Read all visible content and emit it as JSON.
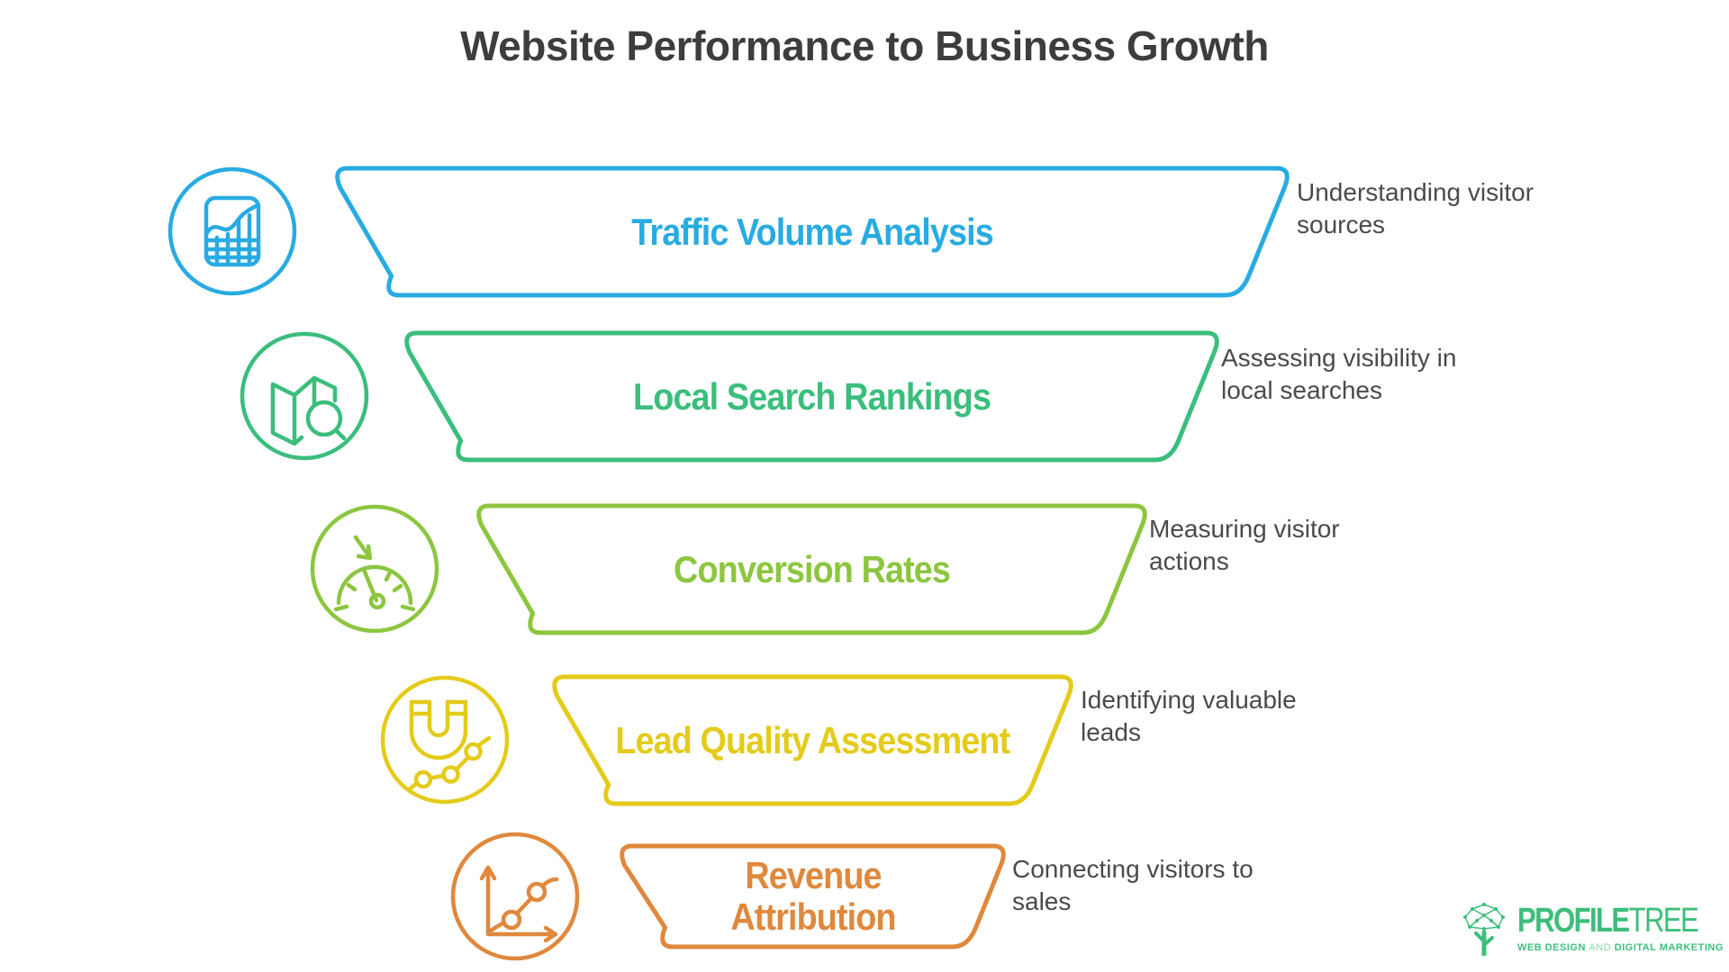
{
  "title": "Website Performance to Business Growth",
  "funnel": {
    "rows": [
      {
        "title": "Traffic Volume Analysis",
        "description_line1": "Understanding visitor",
        "description_line2": "sources",
        "color": "#29ABE2",
        "icon": "analytics-chart-icon"
      },
      {
        "title": "Local Search Rankings",
        "description_line1": "Assessing visibility in",
        "description_line2": "local searches",
        "color": "#3BBE7C",
        "icon": "map-search-icon"
      },
      {
        "title": "Conversion Rates",
        "description_line1": "Measuring visitor",
        "description_line2": "actions",
        "color": "#8CC63F",
        "icon": "speedometer-icon"
      },
      {
        "title": "Lead Quality Assessment",
        "description_line1": "Identifying valuable",
        "description_line2": "leads",
        "color": "#E4CB1B",
        "icon": "magnet-trend-icon"
      },
      {
        "title": "Revenue Attribution",
        "description_line1": "Connecting visitors to",
        "description_line2": "sales",
        "color": "#E0883C",
        "icon": "growth-chart-icon"
      }
    ]
  },
  "logo": {
    "brand_bold": "PROFILE",
    "brand_light": "TREE",
    "tagline_web_design": "WEB DESIGN",
    "tagline_and": "AND",
    "tagline_digital_marketing": "DIGITAL MARKETING",
    "color": "#3DBE7C"
  }
}
